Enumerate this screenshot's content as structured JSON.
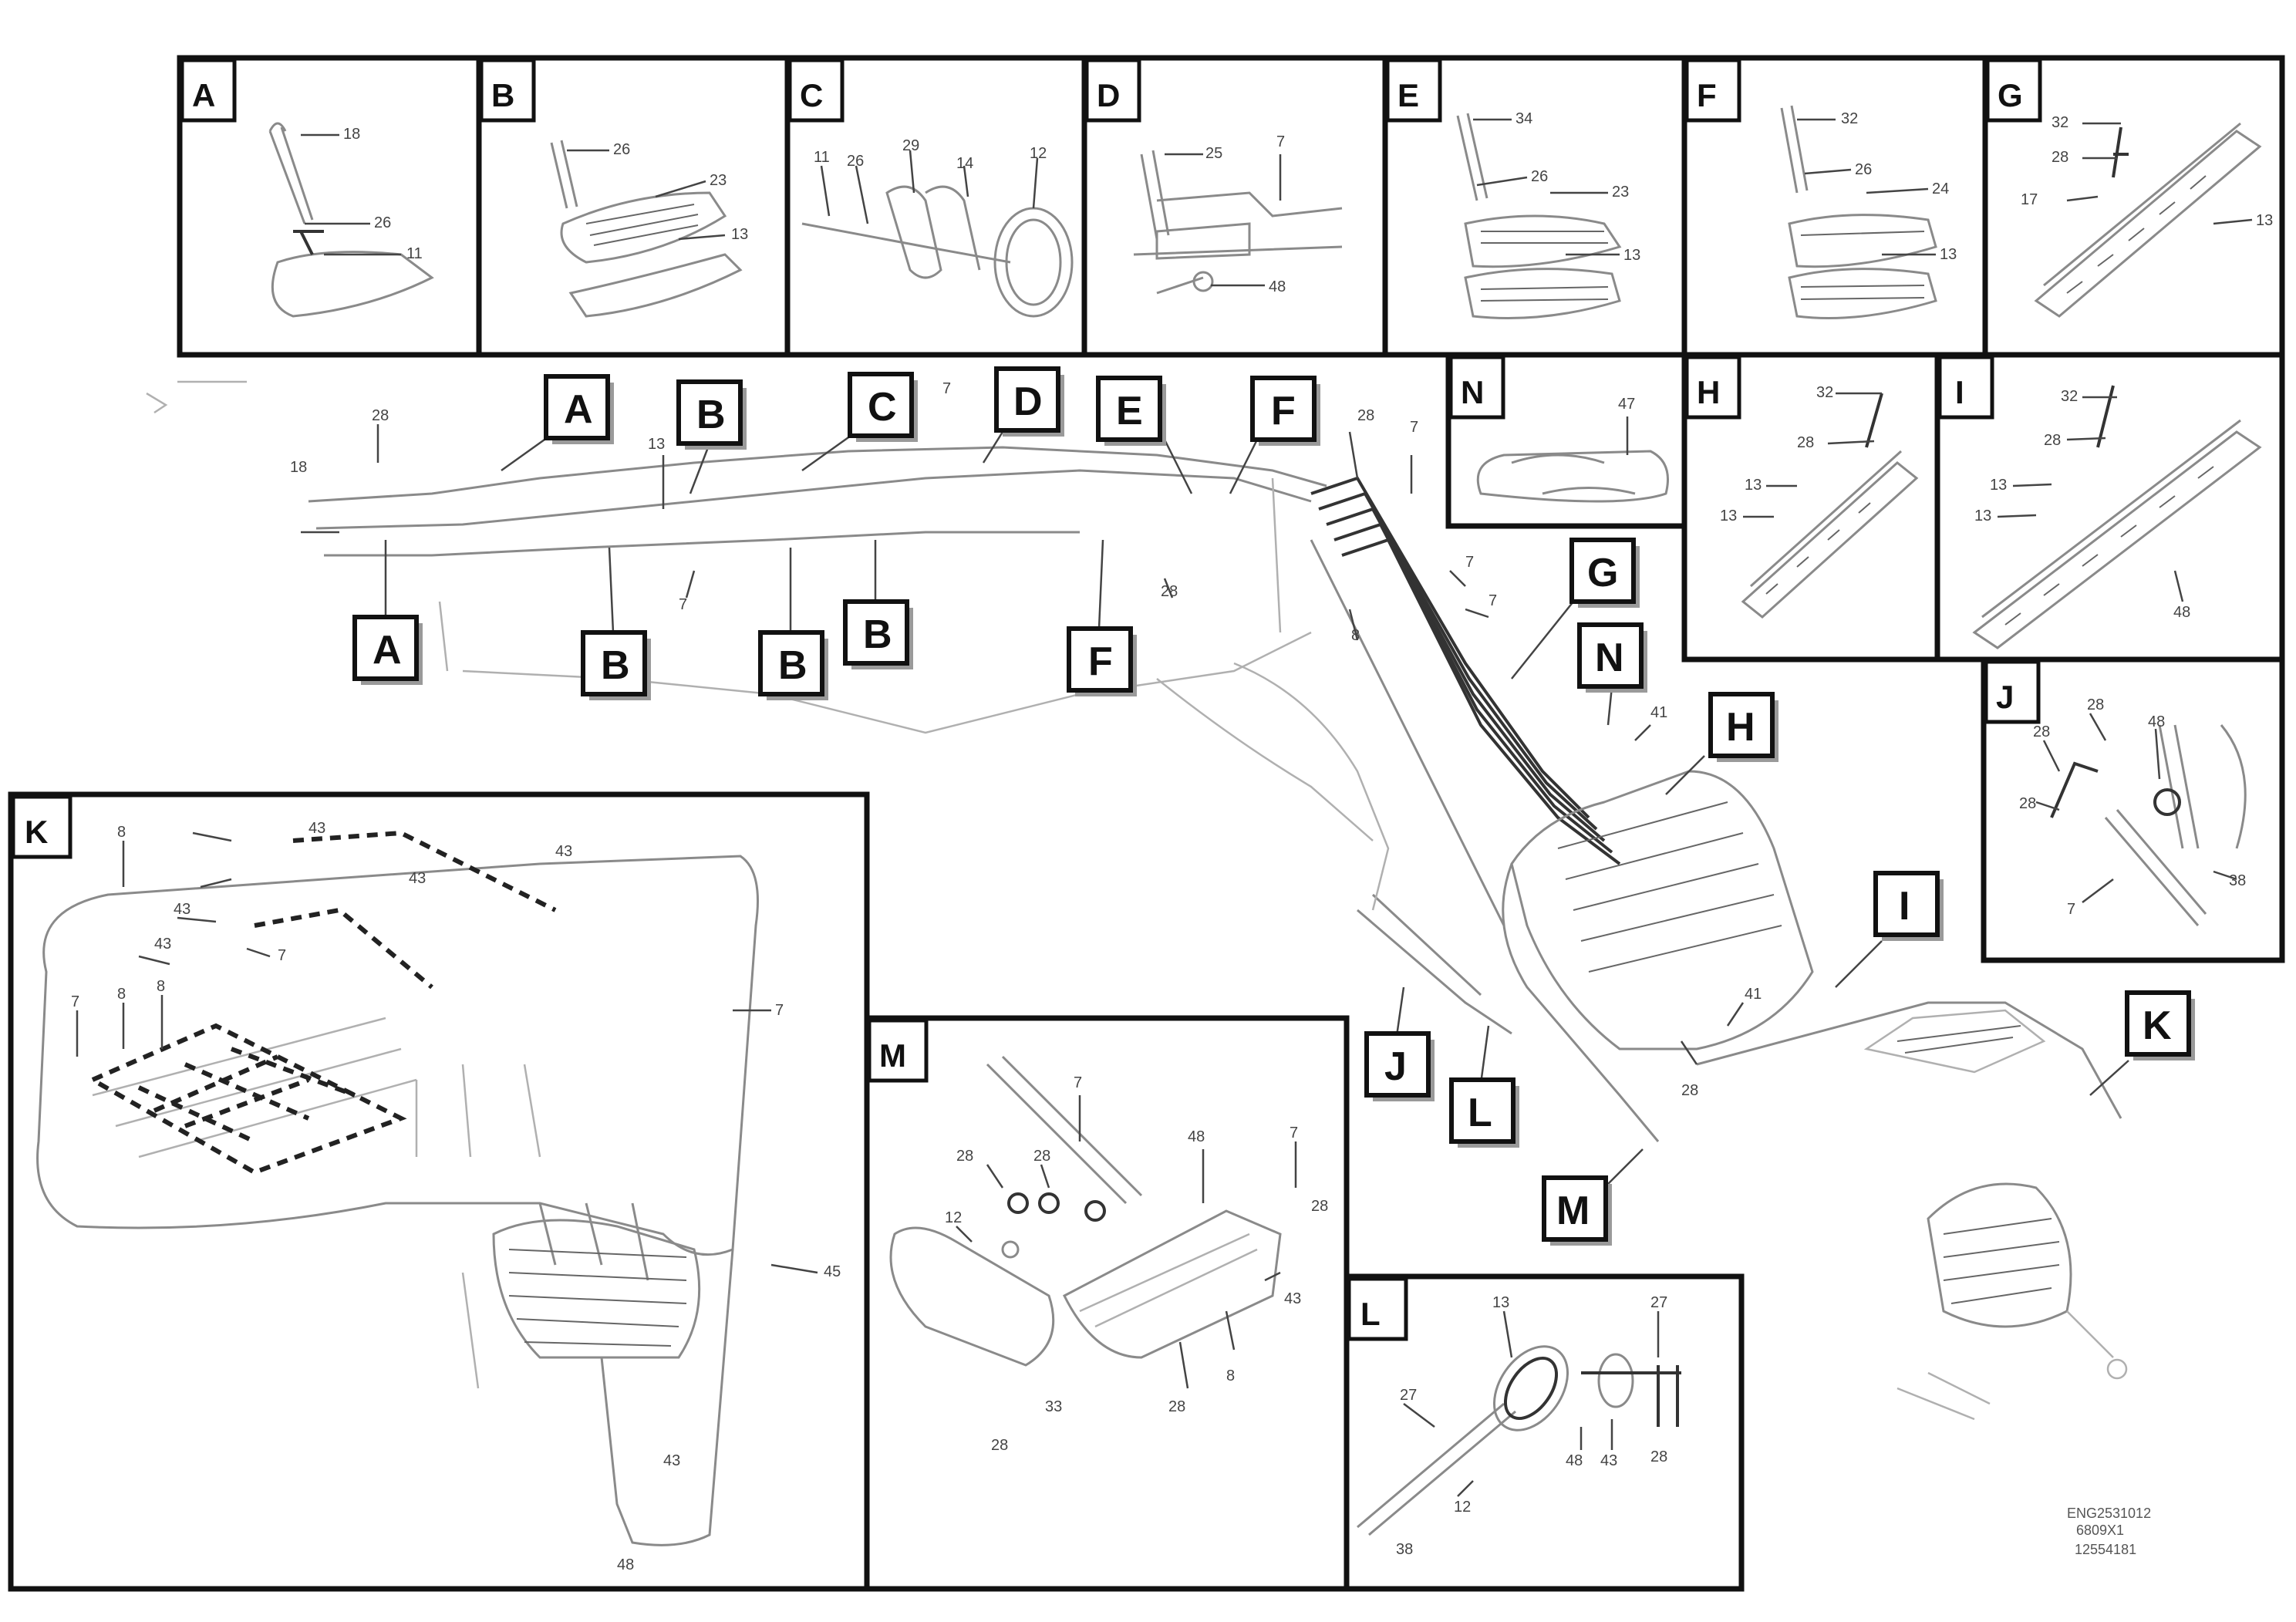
{
  "detail_views": [
    {
      "letter": "A"
    },
    {
      "letter": "B"
    },
    {
      "letter": "C"
    },
    {
      "letter": "D"
    },
    {
      "letter": "E"
    },
    {
      "letter": "F"
    },
    {
      "letter": "G"
    },
    {
      "letter": "N"
    },
    {
      "letter": "H"
    },
    {
      "letter": "I"
    },
    {
      "letter": "J"
    },
    {
      "letter": "K"
    },
    {
      "letter": "M"
    },
    {
      "letter": "L"
    }
  ],
  "callout_labels": {
    "a_top": "A",
    "b_top": "B",
    "c_top": "C",
    "d_top": "D",
    "e_top": "E",
    "f_top": "F",
    "g_main": "G",
    "n_main": "N",
    "h_main": "H",
    "i_main": "I",
    "j_main": "J",
    "k_main": "K",
    "l_main": "L",
    "m_main": "M",
    "a_bottom": "A",
    "b_bottom_1": "B",
    "b_bottom_2": "B",
    "b_bottom_3": "B",
    "f_bottom": "F"
  },
  "part_numbers": {
    "a1": "18",
    "a2": "26",
    "a3": "11",
    "b1": "26",
    "b2": "23",
    "b3": "13",
    "c1": "11",
    "c2": "26",
    "c3": "29",
    "c4": "14",
    "c5": "12",
    "d1": "25",
    "d2": "7",
    "d3": "48",
    "e1": "34",
    "e2": "26",
    "e3": "23",
    "e4": "13",
    "f1": "32",
    "f2": "26",
    "f3": "24",
    "f4": "13",
    "g1": "32",
    "g2": "28",
    "g3": "17",
    "g4": "13",
    "n1": "47",
    "h1": "32",
    "h2": "28",
    "h3": "13",
    "h4": "13",
    "i1": "32",
    "i2": "28",
    "i3": "13",
    "i4": "13",
    "i5": "48",
    "j1": "28",
    "j2": "48",
    "j3": "28",
    "j4": "28",
    "j5": "7",
    "j6": "38",
    "main1": "28",
    "main2": "18",
    "main3": "13",
    "main4": "7",
    "main5": "28",
    "main6": "7",
    "main7": "28",
    "main8": "7",
    "main9": "7",
    "main10": "7",
    "main11": "8",
    "main12": "41",
    "main13": "41",
    "main14": "28",
    "k1": "8",
    "k2": "43",
    "k3": "43",
    "k4": "43",
    "k5": "7",
    "k6": "43",
    "k7": "43",
    "k8": "7",
    "k9": "8",
    "k10": "8",
    "k11": "7",
    "k12": "45",
    "k13": "48",
    "k14": "43",
    "m1": "7",
    "m2": "28",
    "m3": "28",
    "m4": "48",
    "m5": "7",
    "m6": "28",
    "m7": "12",
    "m8": "43",
    "m9": "8",
    "m10": "28",
    "m11": "33",
    "m12": "28",
    "l1": "13",
    "l2": "27",
    "l3": "27",
    "l4": "48",
    "l5": "43",
    "l6": "28",
    "l7": "12",
    "l8": "38"
  },
  "reference_code": [
    "ENG2531012",
    "6809X1",
    "12554181"
  ]
}
